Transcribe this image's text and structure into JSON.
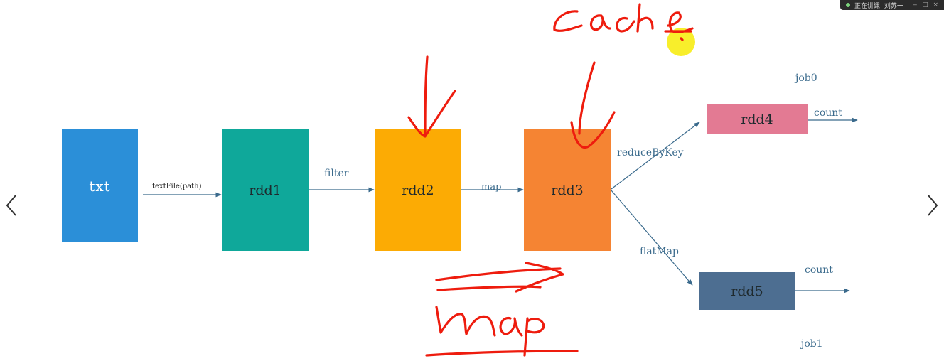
{
  "nodes": {
    "txt": "txt",
    "rdd1": "rdd1",
    "rdd2": "rdd2",
    "rdd3": "rdd3",
    "rdd4": "rdd4",
    "rdd5": "rdd5"
  },
  "edges": {
    "text_file": "textFile(path)",
    "filter": "filter",
    "map": "map",
    "reduce_by_key": "reduceByKey",
    "flat_map": "flatMap",
    "count_top": "count",
    "count_bottom": "count"
  },
  "jobs": {
    "job0": "job0",
    "job1": "job1"
  },
  "colors": {
    "txt": "#2b8fd8",
    "rdd1": "#0fa89a",
    "rdd2": "#fcab04",
    "rdd3": "#f58433",
    "rdd4": "#e37a93",
    "rdd5": "#4d6e91",
    "arrow": "#3a6a8c",
    "ink": "#ee1c0e",
    "pointer": "#f7ec14"
  },
  "icons": {
    "prev": "chevron-left-icon",
    "next": "chevron-right-icon"
  },
  "overlay": {
    "status": "正在讲课: 刘苏一"
  }
}
